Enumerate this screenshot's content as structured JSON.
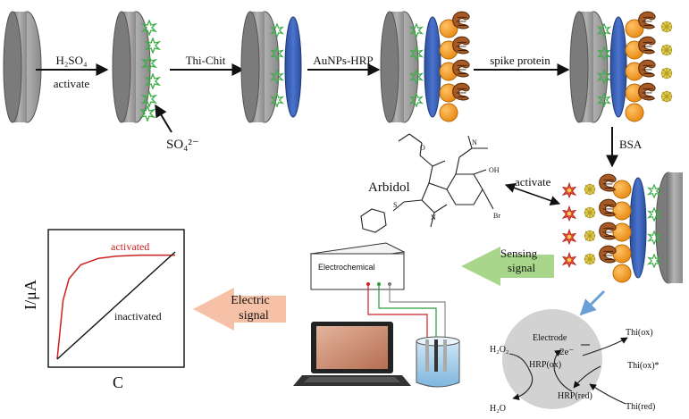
{
  "steps": {
    "s1_reagent": "H₂SO₄",
    "s1_action": "activate",
    "sulfate": "SO₄²⁻",
    "s2_reagent": "Thi-Chit",
    "s3_reagent": "AuNPs-HRP",
    "s4_reagent": "spike protein",
    "s5_reagent": "BSA"
  },
  "drug": {
    "name": "Arbidol",
    "action": "activate",
    "atom_o": "O",
    "atom_oh": "OH",
    "atom_n1": "N",
    "atom_n2": "N",
    "atom_br": "Br",
    "atom_s": "S"
  },
  "signals": {
    "sensing_line1": "Sensing",
    "sensing_line2": "signal",
    "electric_line1": "Electric",
    "electric_line2": "signal"
  },
  "instrument": {
    "label": "Electrochemical"
  },
  "plot": {
    "ylabel": "I/μA",
    "xlabel": "C",
    "curve_activated": "activated",
    "curve_inactivated": "inactivated"
  },
  "mechanism": {
    "electrode": "Electrode",
    "electrons": "2e⁻",
    "h2o2": "H₂O₂",
    "h2o": "H₂O",
    "hrp_ox": "HRP(ox)",
    "hrp_red": "HRP(red)",
    "thi_ox": "Thi(ox)",
    "thi_ox_star": "Thi(ox)*",
    "thi_red": "Thi(red)"
  },
  "colors": {
    "electrode": "#9a9a9a",
    "chitosan_layer": "#3a62b8",
    "gold_np": "#f39a1e",
    "hrp_protein": "#8a4a1c",
    "spike_protein": "#d8c24a",
    "sulfate_ring": "#3fae49",
    "sensing_arrow": "#9ed27d",
    "electric_arrow": "#f7c1a8",
    "activated_curve": "#cc2222",
    "mechanism_circle": "#d2d2d2"
  },
  "chart_data": {
    "type": "line",
    "title": "",
    "xlabel": "C",
    "ylabel": "I/μA",
    "series": [
      {
        "name": "activated",
        "x": [
          0,
          0.05,
          0.1,
          0.2,
          0.35,
          0.5,
          0.7,
          1.0
        ],
        "y": [
          0,
          0.55,
          0.75,
          0.88,
          0.94,
          0.96,
          0.97,
          0.97
        ]
      },
      {
        "name": "inactivated",
        "x": [
          0,
          1.0
        ],
        "y": [
          0,
          1.0
        ]
      }
    ]
  }
}
